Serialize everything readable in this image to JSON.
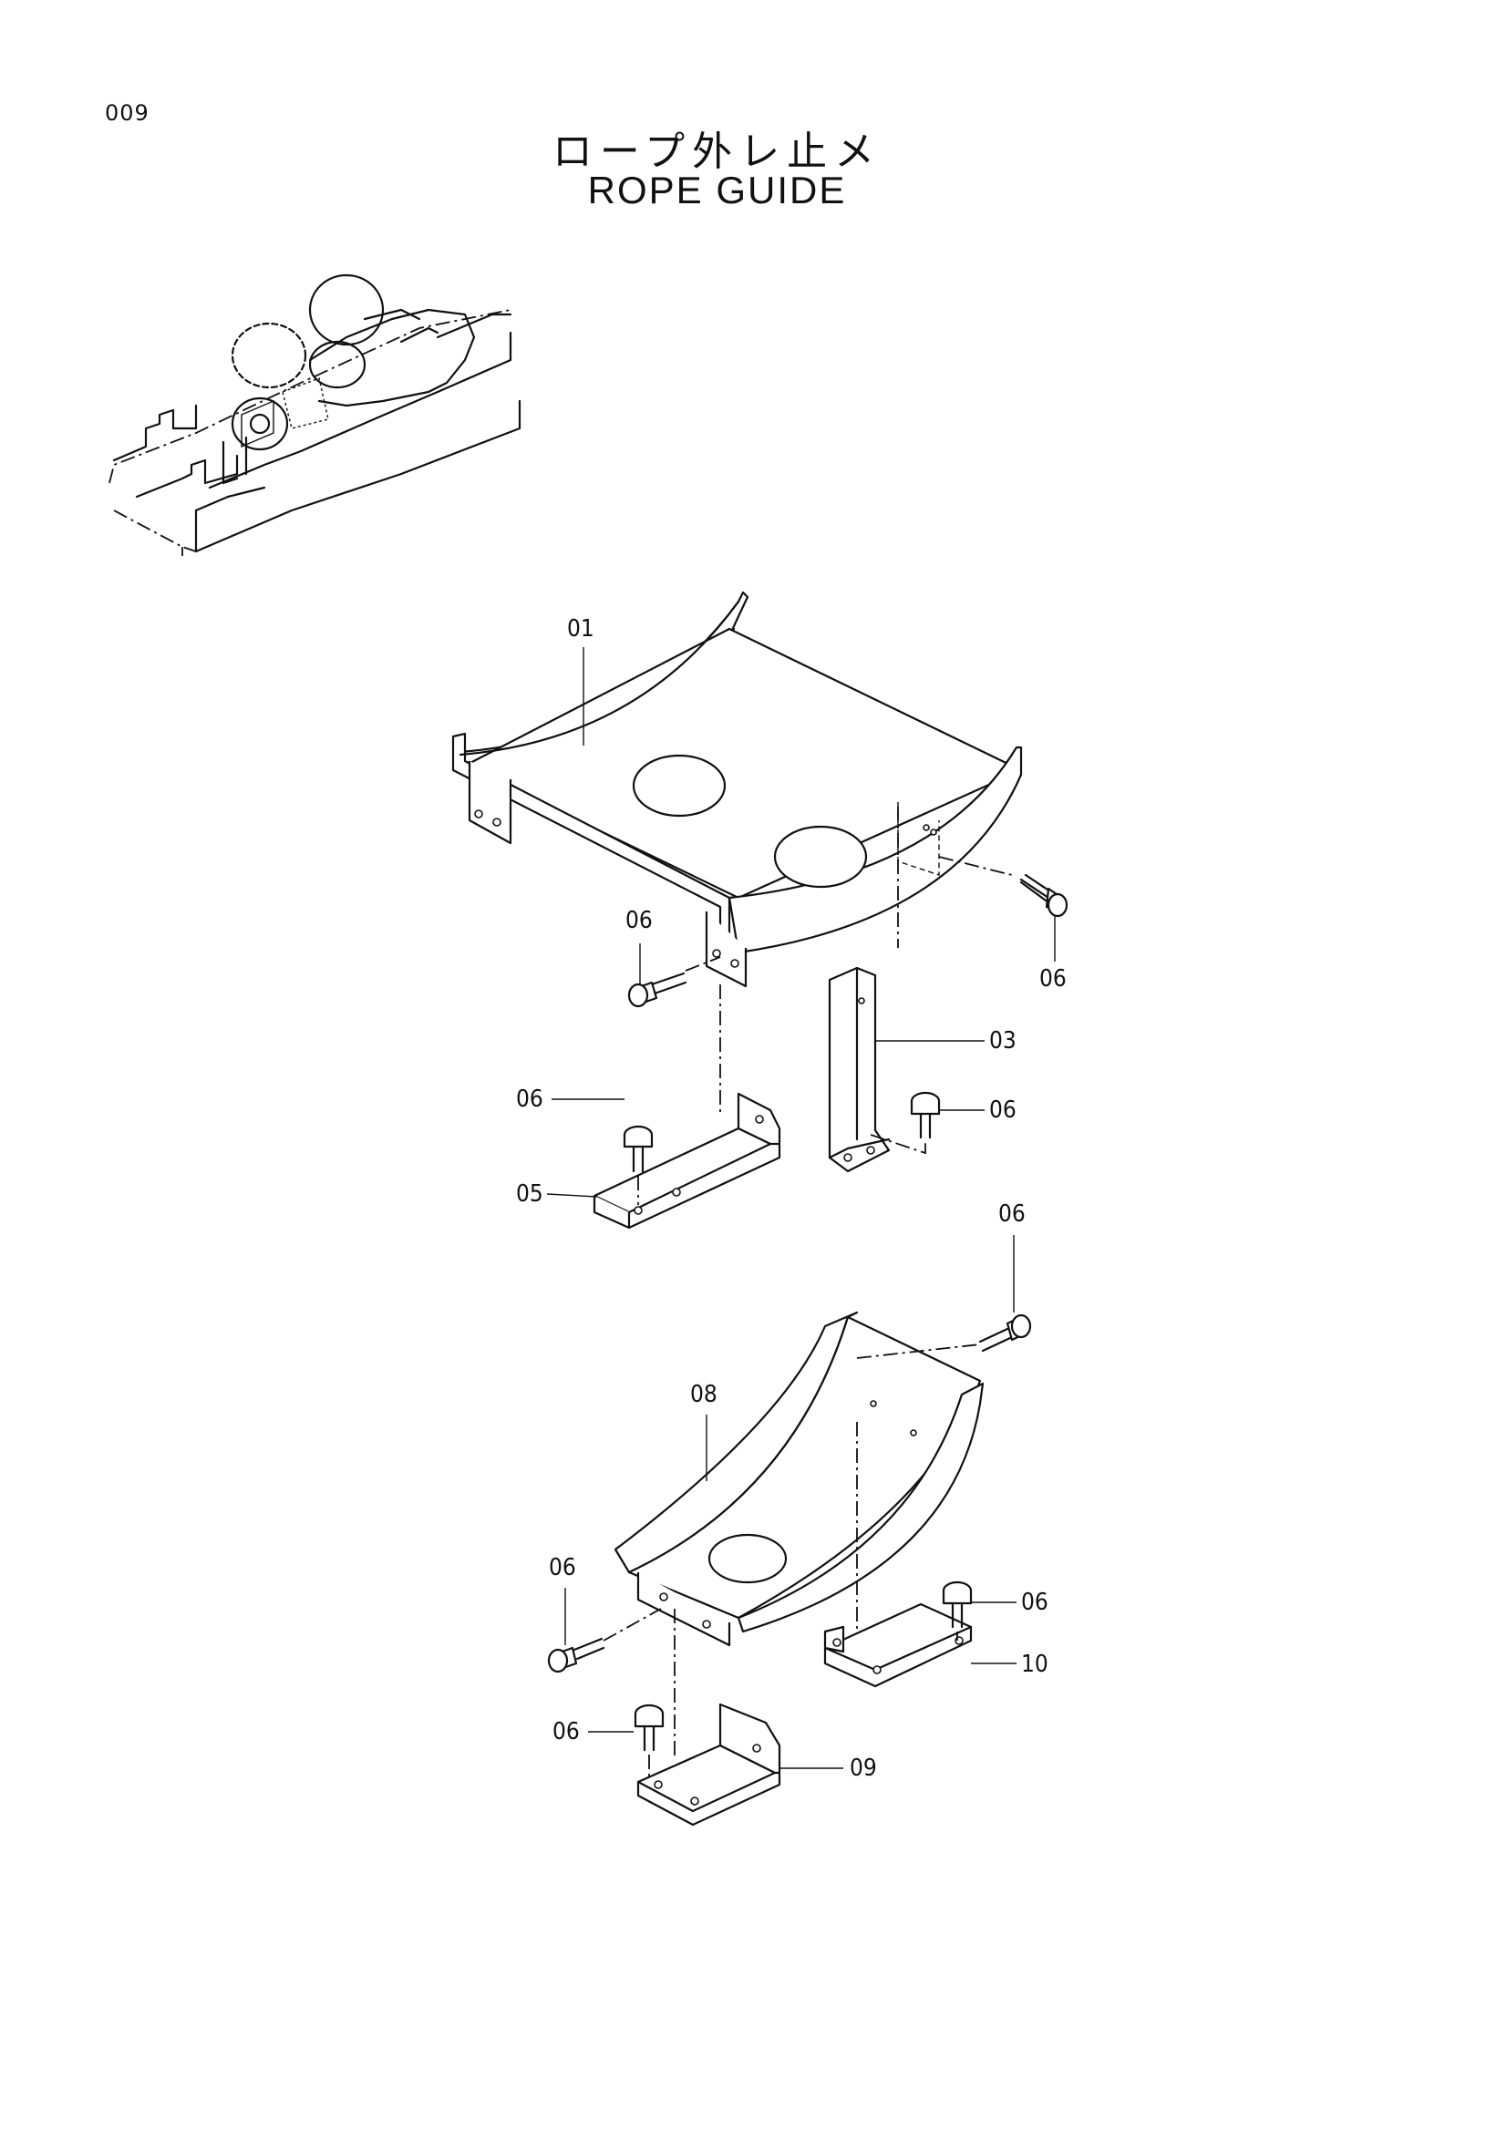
{
  "page_number": "009",
  "title_jp": "ロープ外レ止メ",
  "title_en": "ROPE GUIDE",
  "callouts": {
    "c01": "01",
    "c03": "03",
    "c05": "05",
    "c06": "06",
    "c08": "08",
    "c09": "09",
    "c10": "10"
  }
}
